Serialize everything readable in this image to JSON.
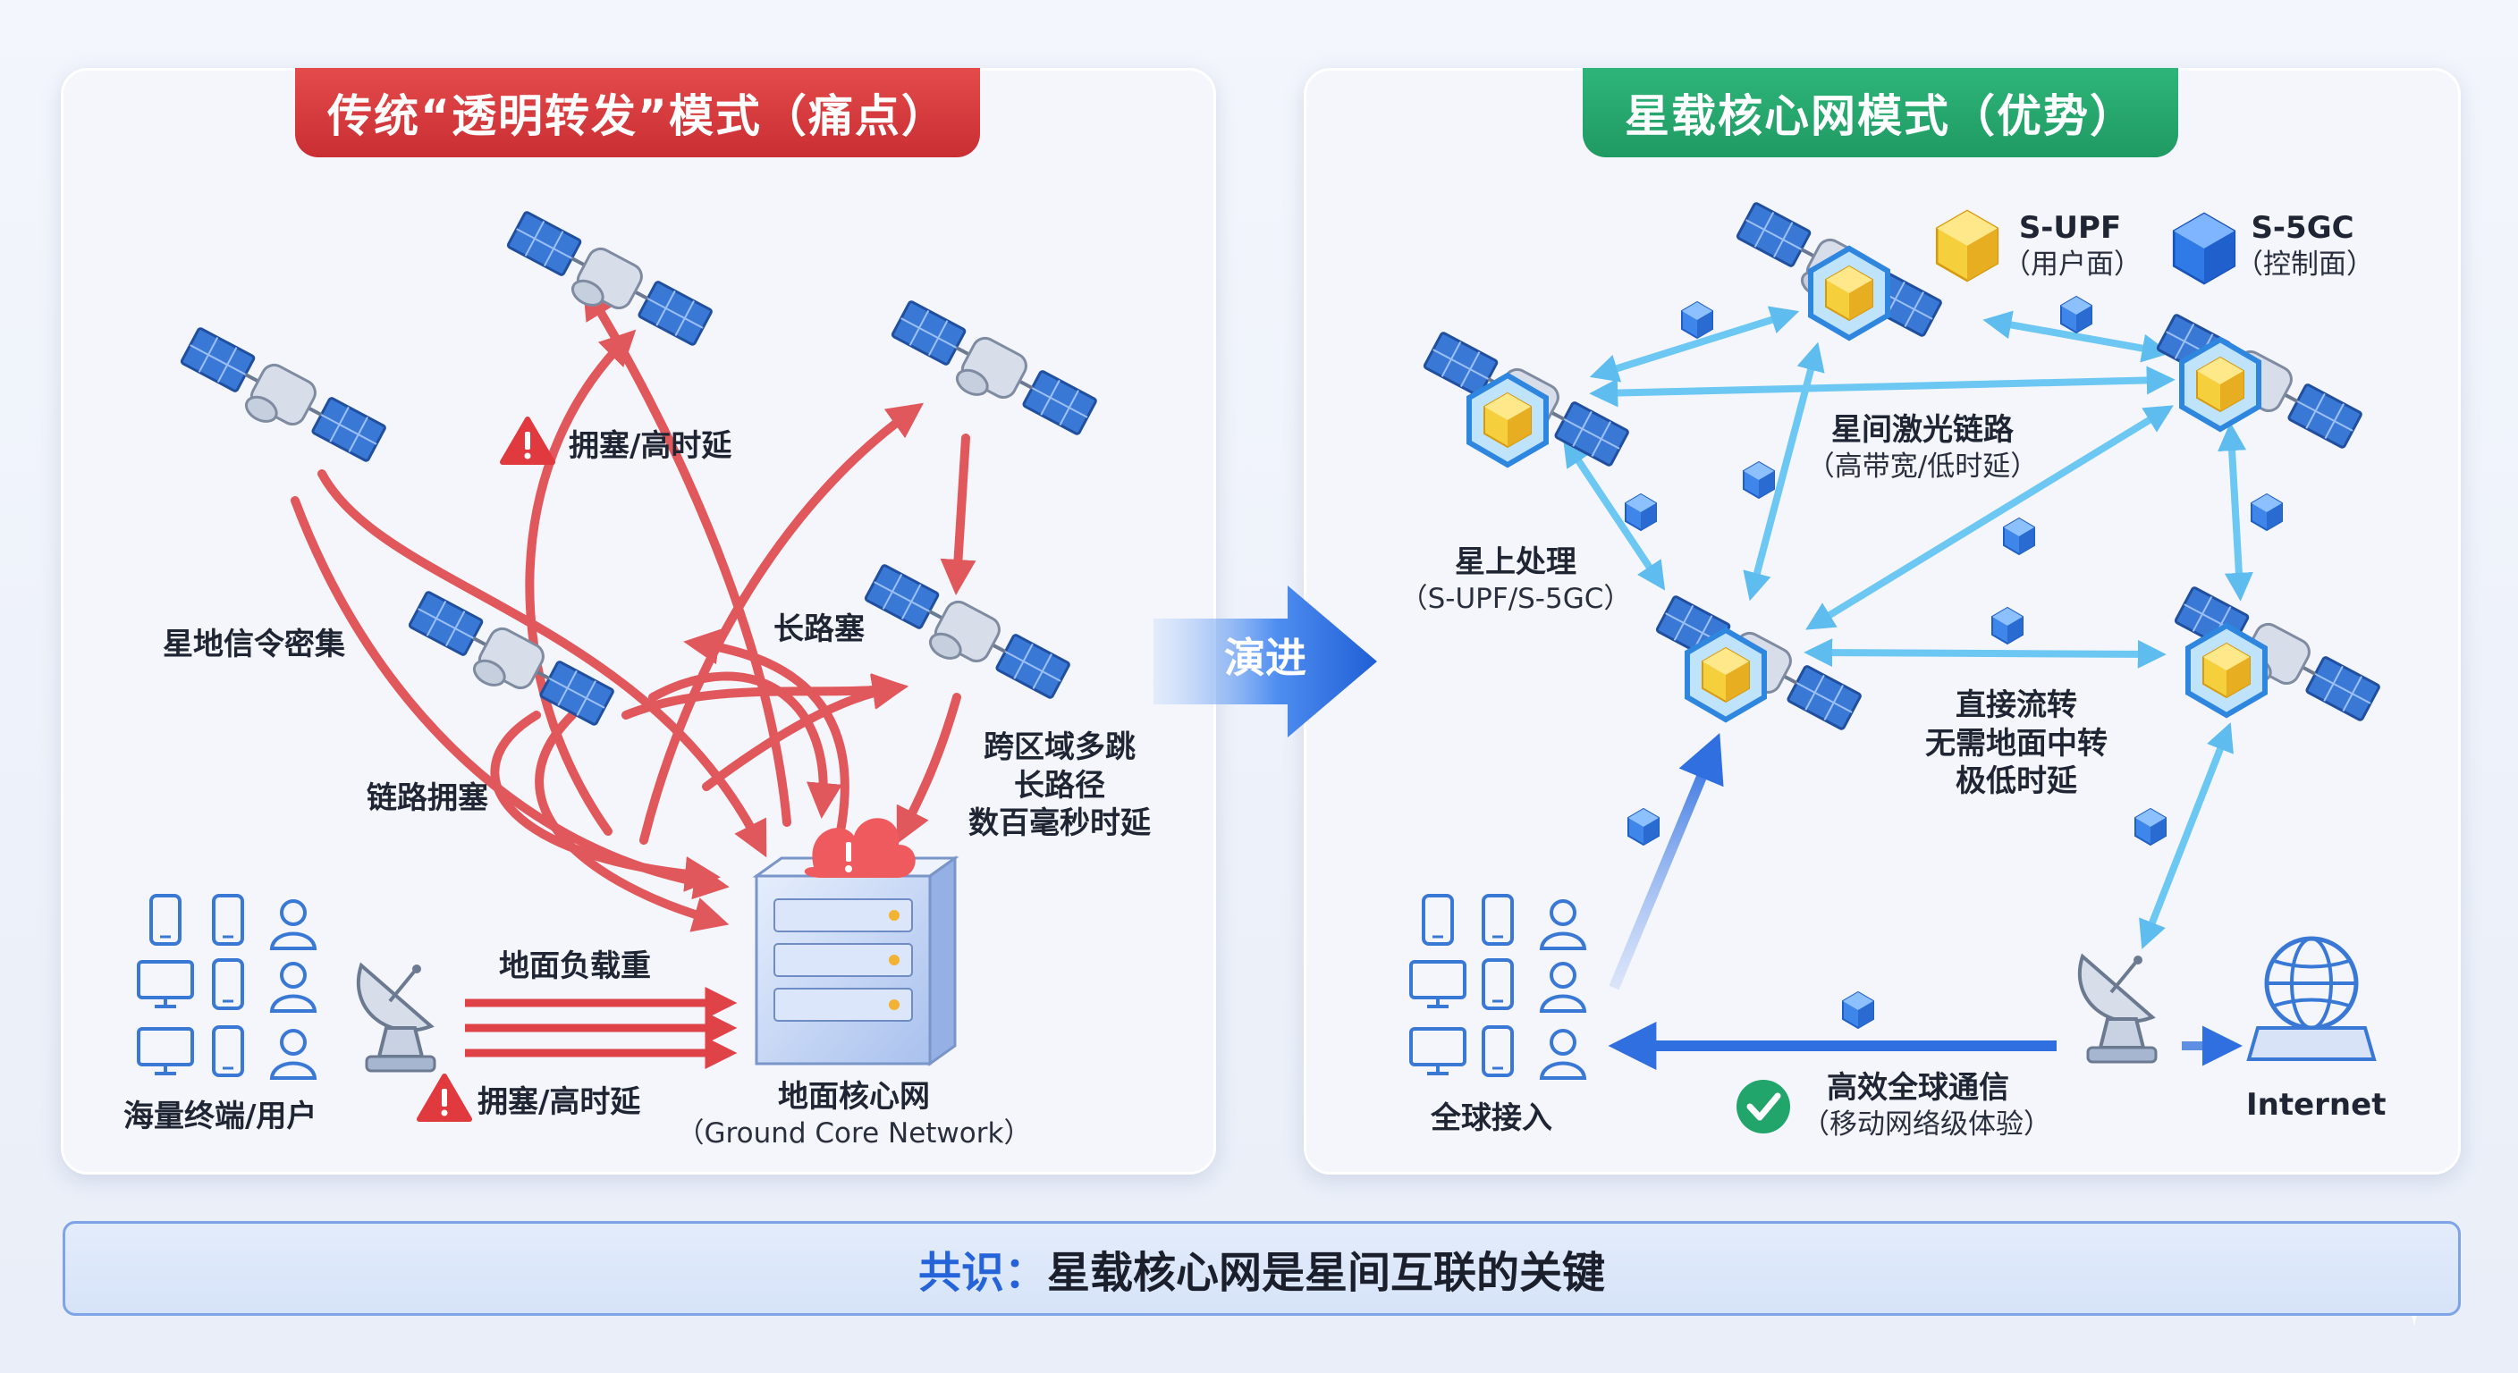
{
  "left": {
    "title": "传统“透明转发”模式（痛点）",
    "labels": {
      "dense_signaling": "星地信令密集",
      "congestion_top": "拥塞/高时延",
      "long_route": "长路塞",
      "link_congestion": "链路拥塞",
      "cross_region_1": "跨区域多跳",
      "cross_region_2": "长路径",
      "cross_region_3": "数百毫秒时延",
      "ground_load": "地面负载重",
      "congestion_bottom": "拥塞/高时延",
      "terminals": "海量终端/用户",
      "core_title": "地面核心网",
      "core_sub": "（Ground Core Network）"
    }
  },
  "evolve": "演进",
  "right": {
    "title": "星载核心网模式（优势）",
    "labels": {
      "upf_title": "S-UPF",
      "upf_sub": "（用户面）",
      "gc_title": "S-5GC",
      "gc_sub": "（控制面）",
      "laser_title": "星间激光链路",
      "laser_sub": "（高带宽/低时延）",
      "onboard_title": "星上处理",
      "onboard_sub": "（S-UPF/S-5GC）",
      "direct_1": "直接流转",
      "direct_2": "无需地面中转",
      "direct_3": "极低时延",
      "global_access": "全球接入",
      "efficient_title": "高效全球通信",
      "efficient_sub": "（移动网络级体验）",
      "internet": "Internet"
    }
  },
  "consensus": {
    "key": "共识：",
    "text": "星载核心网是星间互联的关键"
  },
  "colors": {
    "red": "#d93a3f",
    "green": "#22a56b",
    "blue": "#2563d9",
    "laser": "#5ec3f2",
    "satellite": "#3a78d6"
  }
}
